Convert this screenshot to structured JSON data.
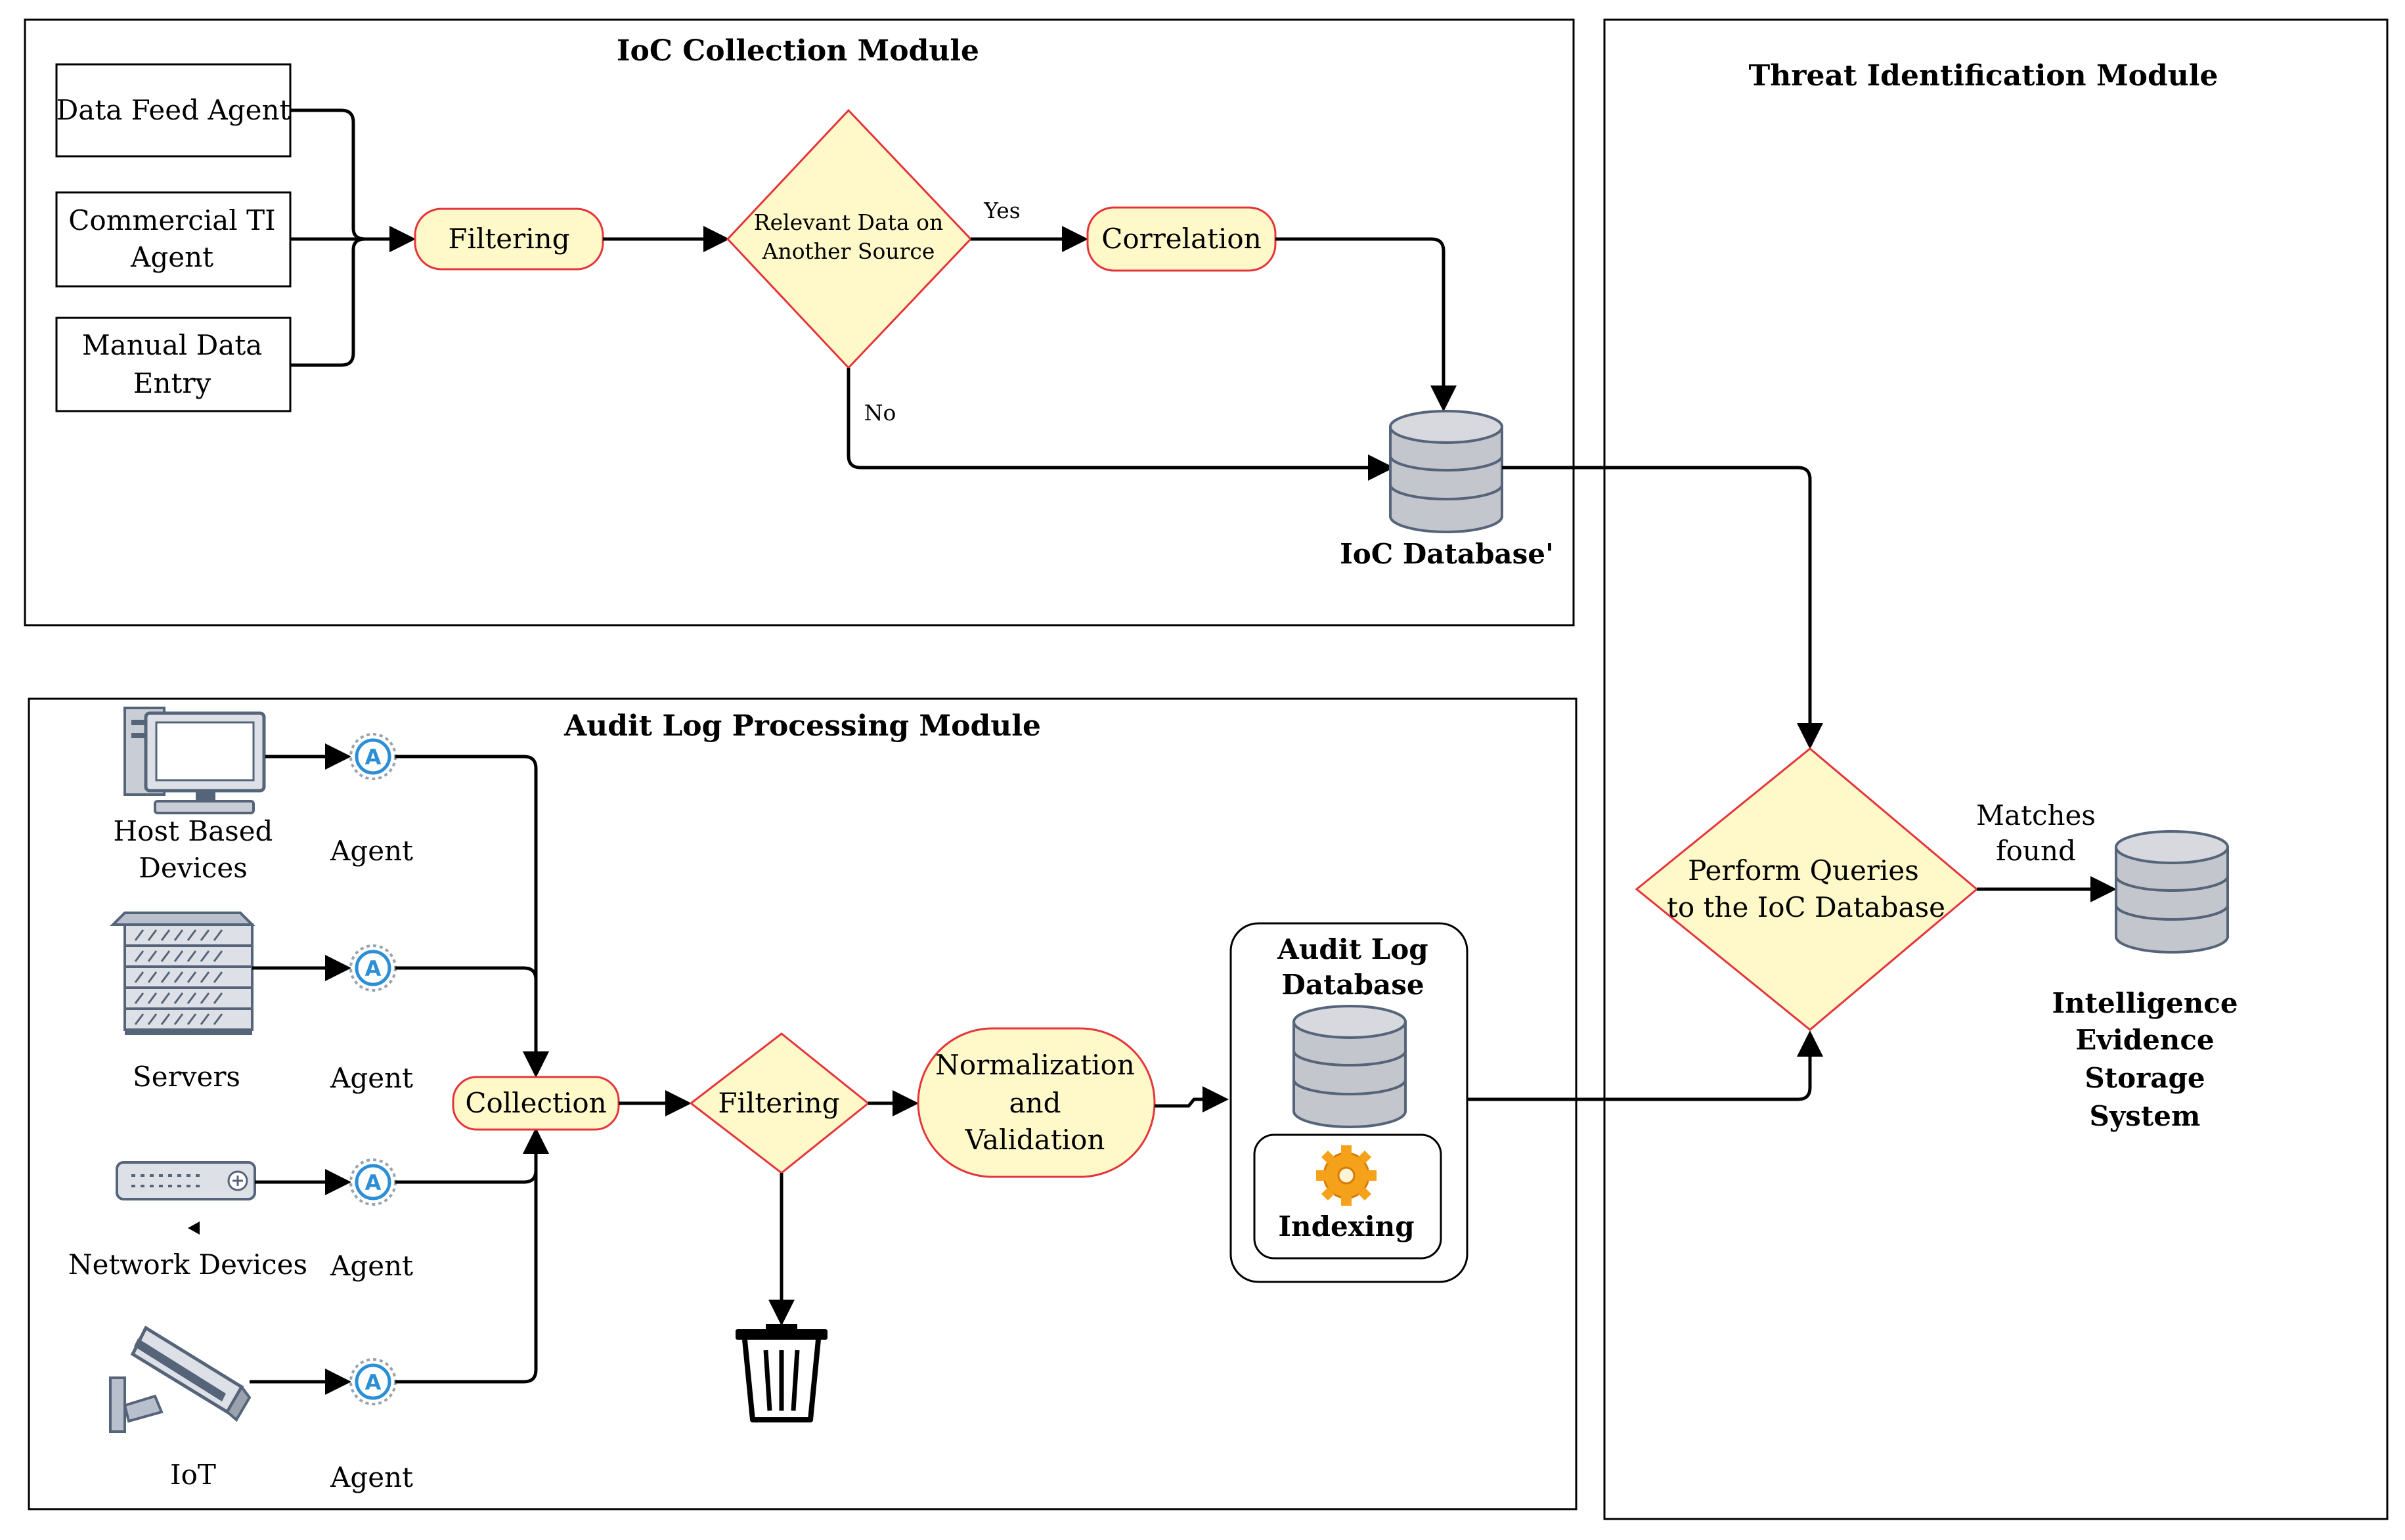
{
  "modules": {
    "ioc_collection": "IoC Collection Module",
    "threat_identification": "Threat Identification Module",
    "audit_log_processing": "Audit Log Processing Module"
  },
  "ioc": {
    "sources": [
      [
        "Data Feed Agent"
      ],
      [
        "Commercial TI",
        "Agent"
      ],
      [
        "Manual Data",
        "Entry"
      ]
    ],
    "filtering": "Filtering",
    "decision": [
      "Relevant Data on",
      "Another Source"
    ],
    "yes": "Yes",
    "no": "No",
    "correlation": "Correlation",
    "database": "IoC Database'"
  },
  "audit": {
    "devices": [
      [
        "Host Based",
        "Devices"
      ],
      [
        "Servers"
      ],
      [
        "Network Devices"
      ],
      [
        "IoT"
      ]
    ],
    "agent_label": "Agent",
    "agent_glyph": "A",
    "collection": "Collection",
    "filtering": "Filtering",
    "normalization": [
      "Normalization",
      "and",
      "Validation"
    ],
    "database": [
      "Audit Log",
      "Database"
    ],
    "indexing": "Indexing"
  },
  "threat": {
    "query": [
      "Perform Queries",
      "to the IoC Database"
    ],
    "matches": [
      "Matches",
      "found"
    ],
    "storage": [
      "Intelligence",
      "Evidence",
      "Storage",
      "System"
    ]
  },
  "colors": {
    "process_fill": "#fff9c9",
    "process_stroke": "#e5343a",
    "database_fill": "#c3c6cc",
    "agent_blue": "#2c8fd6",
    "gear_orange": "#f5a21a"
  },
  "icons": {
    "host": "desktop-computer-icon",
    "servers": "server-rack-icon",
    "network": "network-switch-icon",
    "iot": "security-camera-icon",
    "agent": "agent-badge-icon",
    "discard": "trash-bin-icon",
    "gear": "gear-icon",
    "database": "database-cylinder-icon"
  }
}
